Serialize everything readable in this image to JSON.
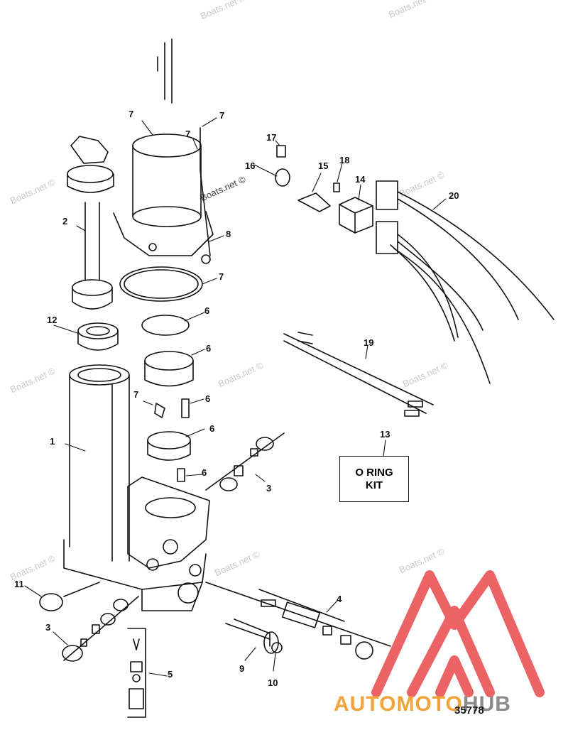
{
  "watermark_text": "Boats.net ©",
  "callouts": {
    "c1": "1",
    "c2": "2",
    "c3a": "3",
    "c3b": "3",
    "c4": "4",
    "c5": "5",
    "c6a": "6",
    "c6b": "6",
    "c6c": "6",
    "c6d": "6",
    "c6e": "6",
    "c7a": "7",
    "c7b": "7",
    "c7c": "7",
    "c7d": "7",
    "c7e": "7",
    "c8": "8",
    "c9": "9",
    "c10": "10",
    "c11": "11",
    "c12": "12",
    "c13": "13",
    "c14": "14",
    "c15": "15",
    "c16": "16",
    "c17": "17",
    "c18": "18",
    "c19": "19",
    "c20": "20"
  },
  "kit_box": {
    "line1": "O RING",
    "line2": "KIT"
  },
  "figure_number": "35778",
  "logo": {
    "part1": "AUTOMOTO",
    "part2": "HUB",
    "primary_color": "#f2a33a",
    "secondary_color": "#8b8b8b",
    "mark_color": "#e8484a"
  }
}
